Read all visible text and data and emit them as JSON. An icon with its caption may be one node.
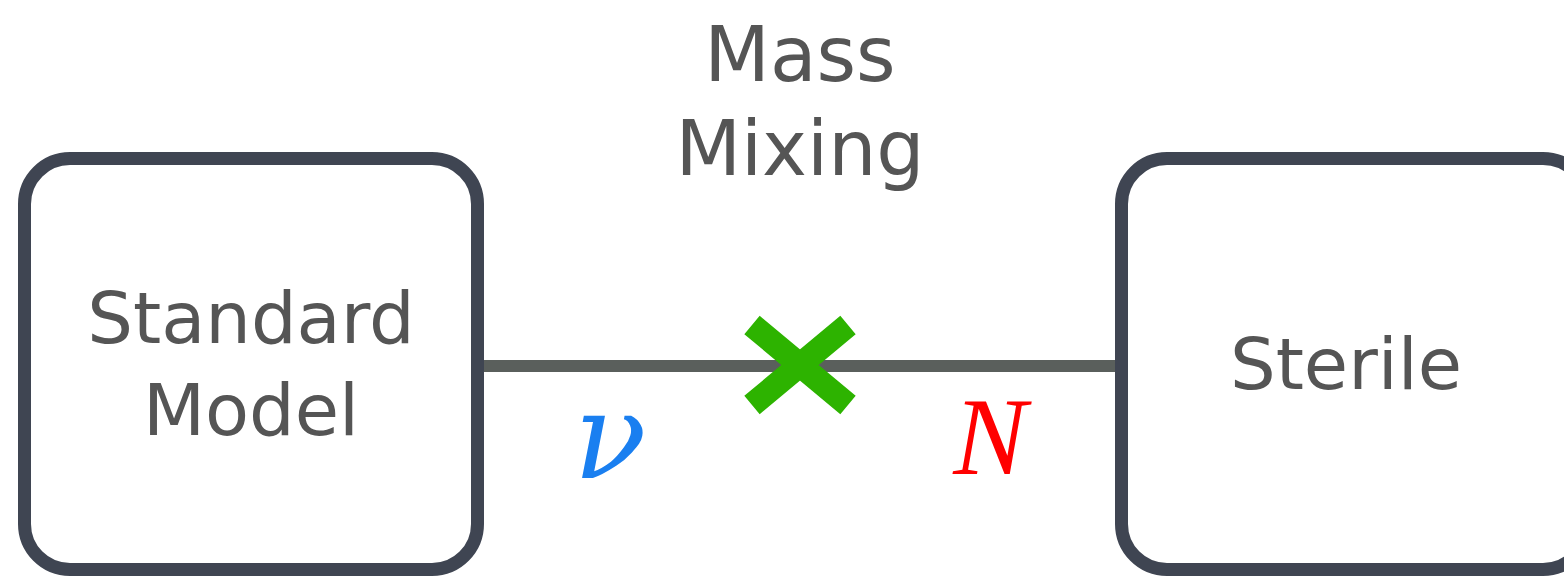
{
  "diagram": {
    "nodes": [
      {
        "text": [
          "Standard Model"
        ]
      },
      {
        "text": [
          "Sterile"
        ]
      }
    ],
    "edges": [
      {
        "from": 0,
        "to": 1,
        "arrow": "none"
      }
    ],
    "labels": [
      "Mass Mixing",
      "ν",
      "N"
    ]
  }
}
